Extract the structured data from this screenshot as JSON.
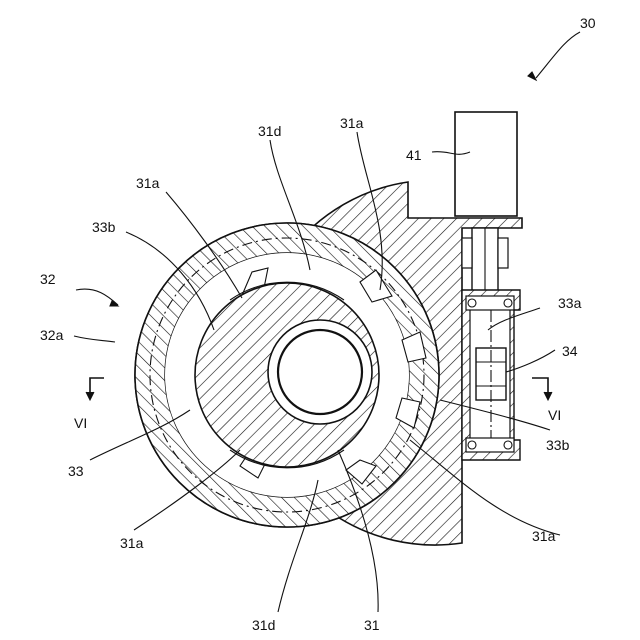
{
  "figure": {
    "labels": {
      "l30": "30",
      "l41": "41",
      "l31d_top": "31d",
      "l31a_top": "31a",
      "l31a_left": "31a",
      "l33b_left": "33b",
      "l32": "32",
      "l32a": "32a",
      "l33a": "33a",
      "l34": "34",
      "l33": "33",
      "l33b_right": "33b",
      "l31a_bottom_left": "31a",
      "l31a_bottom_right": "31a",
      "l31d_bottom": "31d",
      "l31": "31",
      "vi_left": "VI",
      "vi_right": "VI"
    }
  }
}
